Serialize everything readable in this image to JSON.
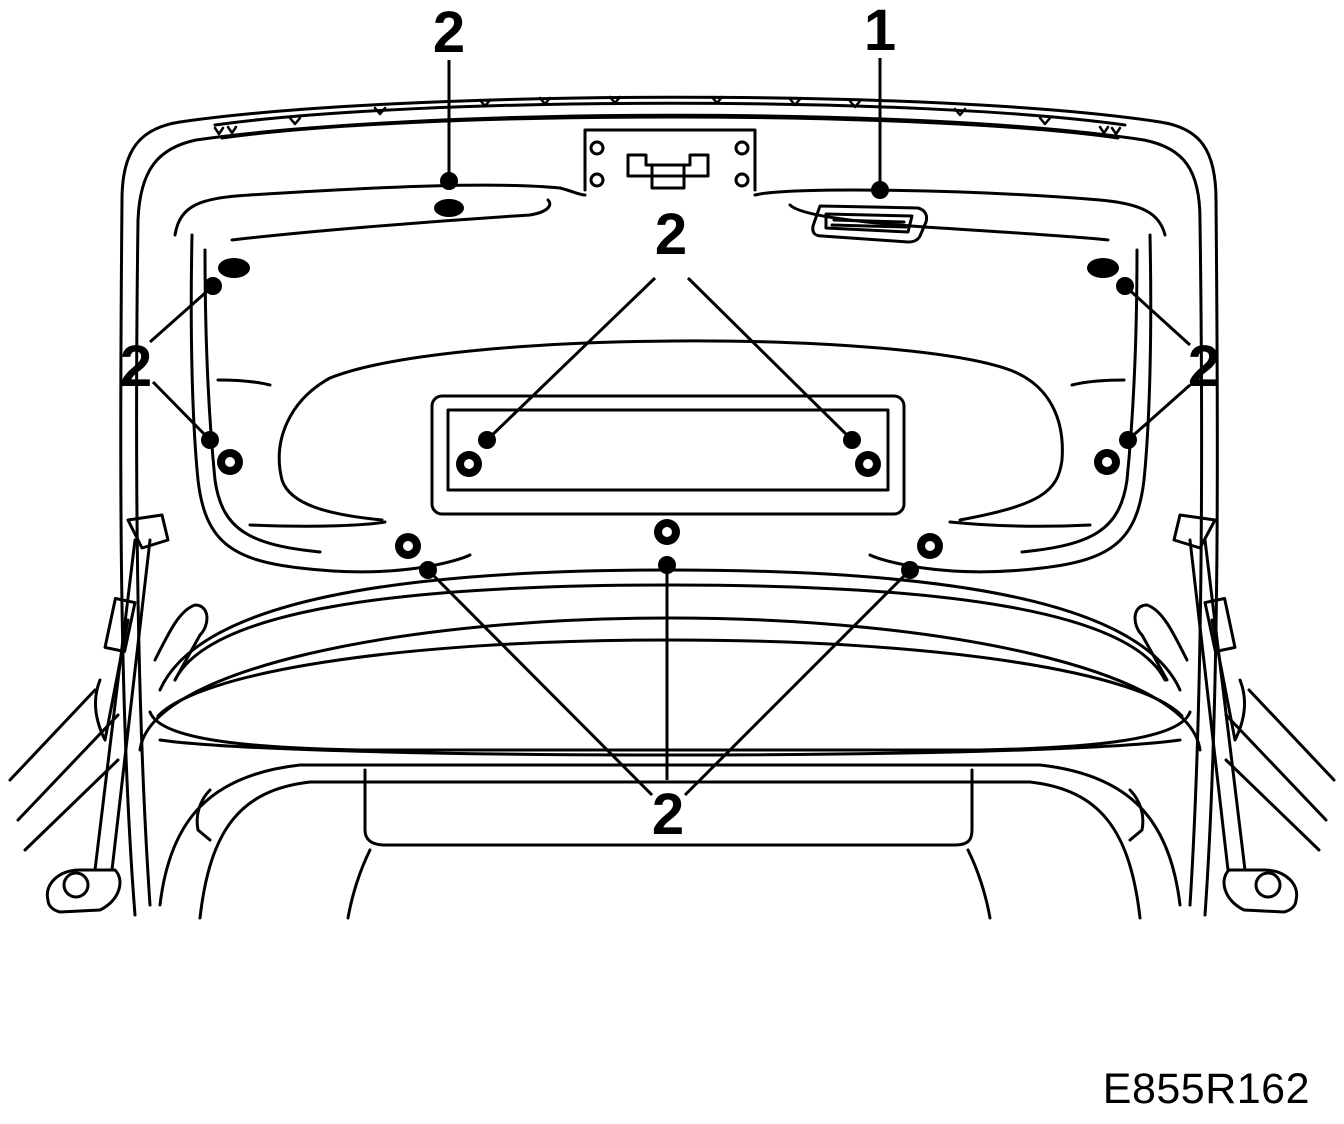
{
  "figure_id": "E855R162",
  "callouts": {
    "one": "1",
    "two": "2"
  },
  "colors": {
    "line": "#000000",
    "background": "#ffffff"
  }
}
